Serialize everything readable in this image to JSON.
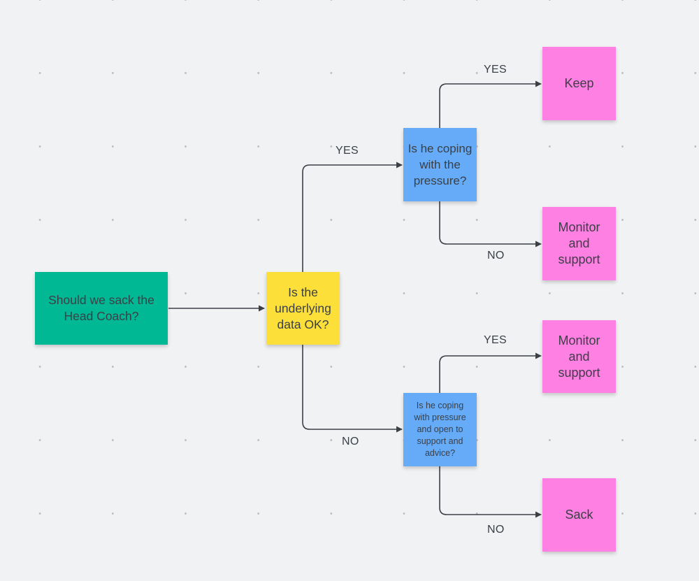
{
  "colors": {
    "canvas": "#f1f2f4",
    "dot": "#b9bdc4",
    "connector": "#3b3f46",
    "green": "#00b894",
    "yellow": "#fddf3a",
    "blue": "#65abf7",
    "pink": "#fd80e2"
  },
  "nodes": {
    "root": {
      "text": "Should we sack the Head Coach?",
      "color": "green"
    },
    "data_ok": {
      "text": "Is the underlying data OK?",
      "color": "yellow"
    },
    "coping": {
      "text": "Is he coping with the pressure?",
      "color": "blue"
    },
    "coping_open": {
      "text": "Is he coping with pressure and open to support and advice?",
      "color": "blue"
    },
    "keep": {
      "text": "Keep",
      "color": "pink"
    },
    "monitor_1": {
      "text": "Monitor and support",
      "color": "pink"
    },
    "monitor_2": {
      "text": "Monitor and support",
      "color": "pink"
    },
    "sack": {
      "text": "Sack",
      "color": "pink"
    }
  },
  "edges": [
    {
      "from": "root",
      "to": "data_ok",
      "label": ""
    },
    {
      "from": "data_ok",
      "to": "coping",
      "label": "YES"
    },
    {
      "from": "data_ok",
      "to": "coping_open",
      "label": "NO"
    },
    {
      "from": "coping",
      "to": "keep",
      "label": "YES"
    },
    {
      "from": "coping",
      "to": "monitor_1",
      "label": "NO"
    },
    {
      "from": "coping_open",
      "to": "monitor_2",
      "label": "YES"
    },
    {
      "from": "coping_open",
      "to": "sack",
      "label": "NO"
    }
  ]
}
